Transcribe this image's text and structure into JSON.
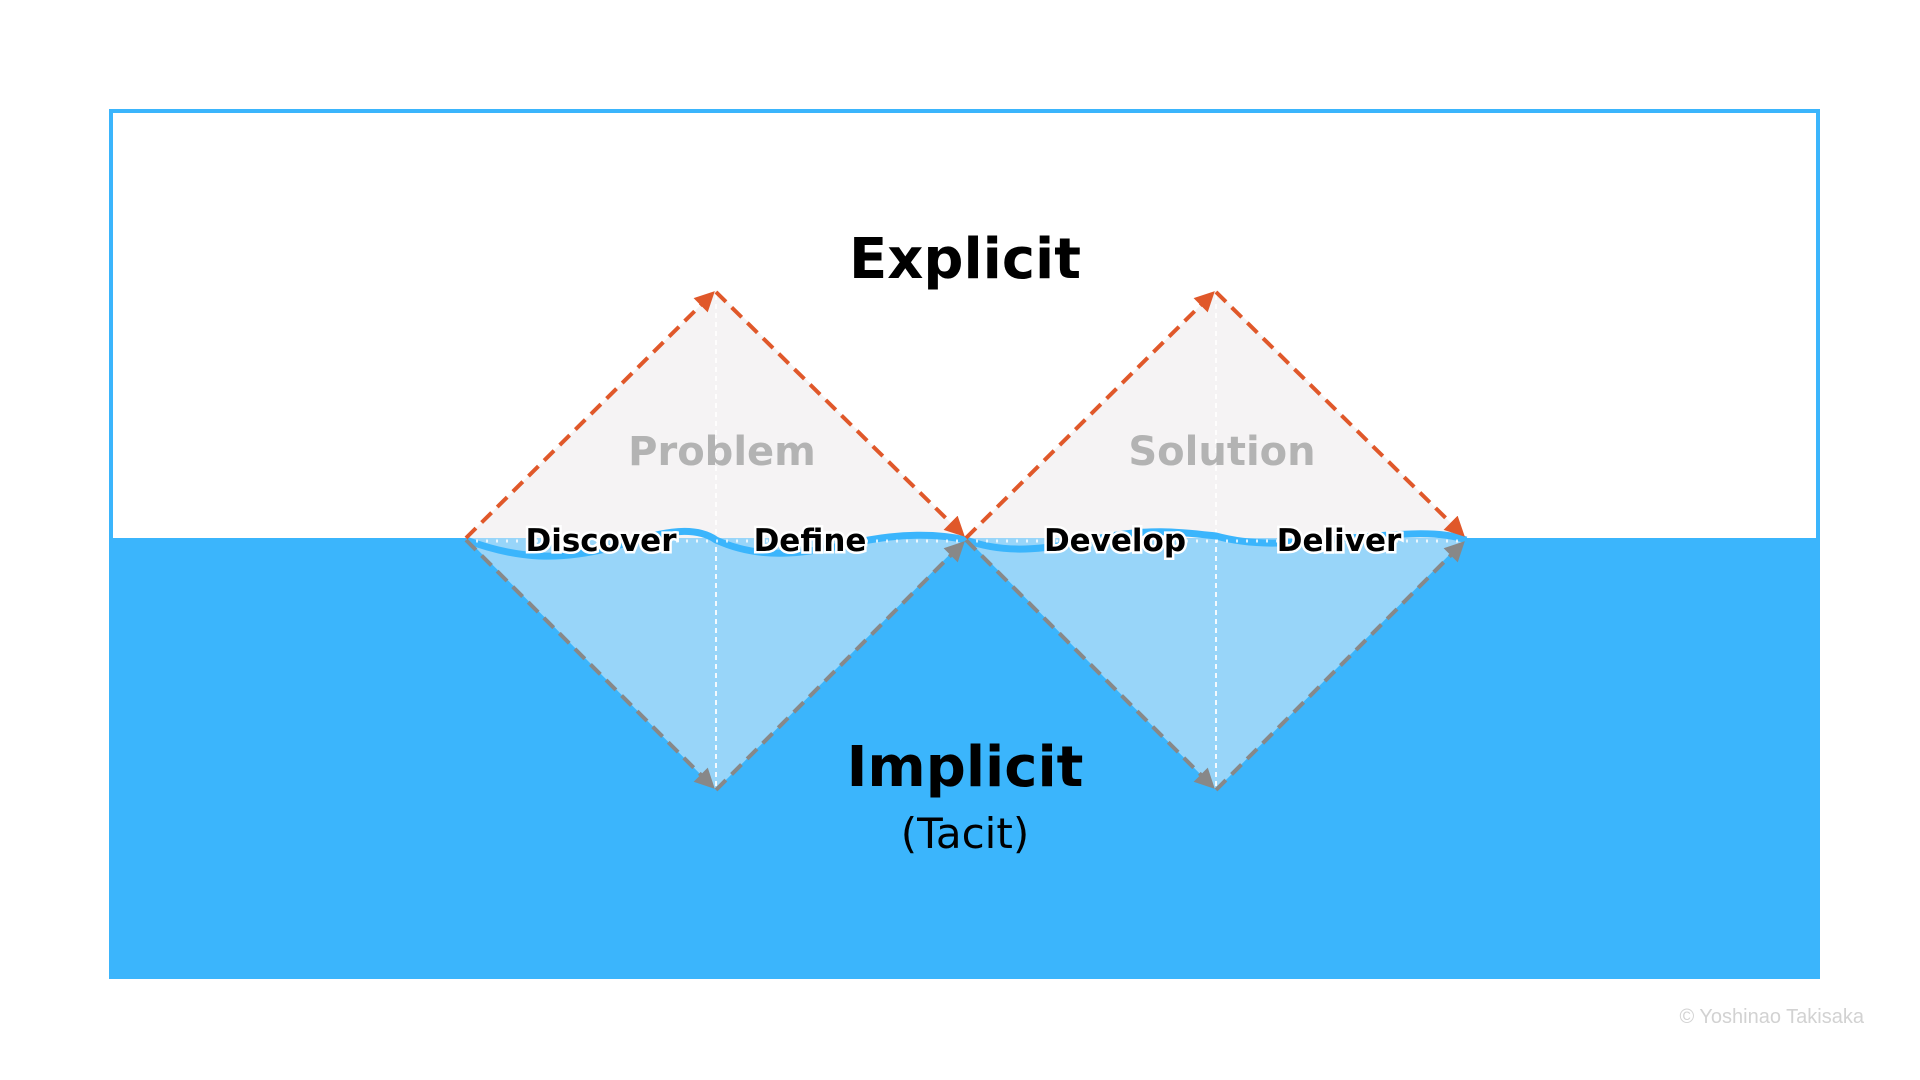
{
  "title_explicit": "Explicit",
  "title_implicit": "Implicit",
  "subtitle_tacit": "(Tacit)",
  "regions": [
    "Problem",
    "Solution"
  ],
  "phases": [
    "Discover",
    "Define",
    "Develop",
    "Deliver"
  ],
  "credit": "© Yoshinao Takisaka",
  "colors": {
    "water": "#3bb5fc",
    "frame": "#3bb5fc",
    "arrow_above": "#e0582a",
    "arrow_below": "#888888",
    "diamond_above_fill": "#f5f3f4",
    "diamond_below_fill": "#98d5f9",
    "region_label": "#b3b3b3",
    "credit_text": "#d2d2d2"
  }
}
